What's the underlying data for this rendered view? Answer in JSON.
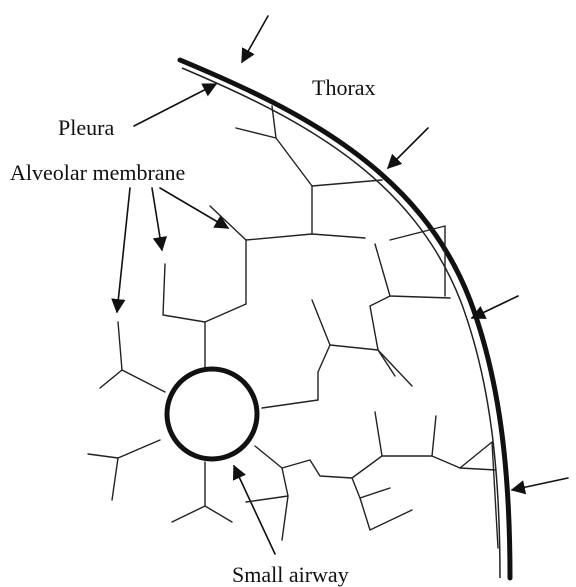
{
  "labels": {
    "thorax": "Thorax",
    "pleura": "Pleura",
    "alveolar_membrane": "Alveolar membrane",
    "small_airway": "Small airway"
  },
  "colors": {
    "line": "#222222",
    "background": "#ffffff"
  }
}
